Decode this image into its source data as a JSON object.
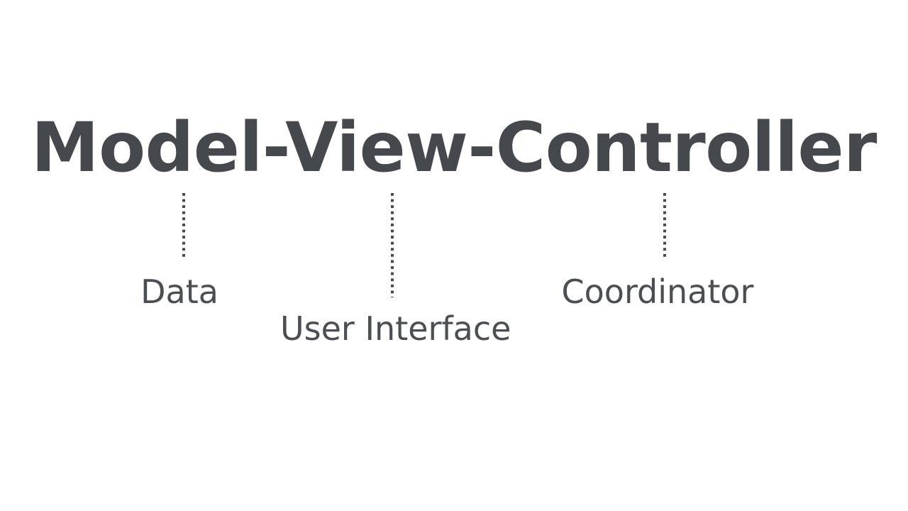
{
  "diagram": {
    "title": "Model-View-Controller",
    "background_color": "#ffffff",
    "title_color": "#45484c",
    "label_color": "#4b4e52",
    "connector_color": "#45484c",
    "annotations": [
      {
        "term": "Model",
        "label": "Data",
        "connector": "dotted-vertical-line"
      },
      {
        "term": "View",
        "label": "User Interface",
        "connector": "dotted-vertical-line"
      },
      {
        "term": "Controller",
        "label": "Coordinator",
        "connector": "dotted-vertical-line"
      }
    ]
  }
}
